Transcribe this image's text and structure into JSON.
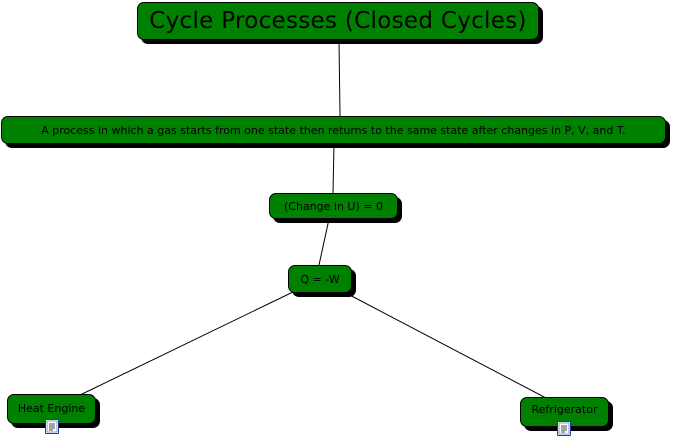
{
  "concept_map": {
    "title": "Cycle Processes (Closed Cycles)",
    "definition": "A process in which a gas starts from one state then returns to the same state after changes in P, V, and T.",
    "internal_energy": "(Change in U) = 0",
    "heat_work": "Q = -W",
    "heat_engine": "Heat Engine",
    "refrigerator": "Refrigerator"
  },
  "icons": {
    "heat_engine_resource": "document-icon",
    "refrigerator_resource": "document-icon"
  },
  "colors": {
    "node_fill": "#008000",
    "node_border": "#000000",
    "link": "#000000",
    "background": "#ffffff",
    "icon_border": "#1f3f9f"
  }
}
